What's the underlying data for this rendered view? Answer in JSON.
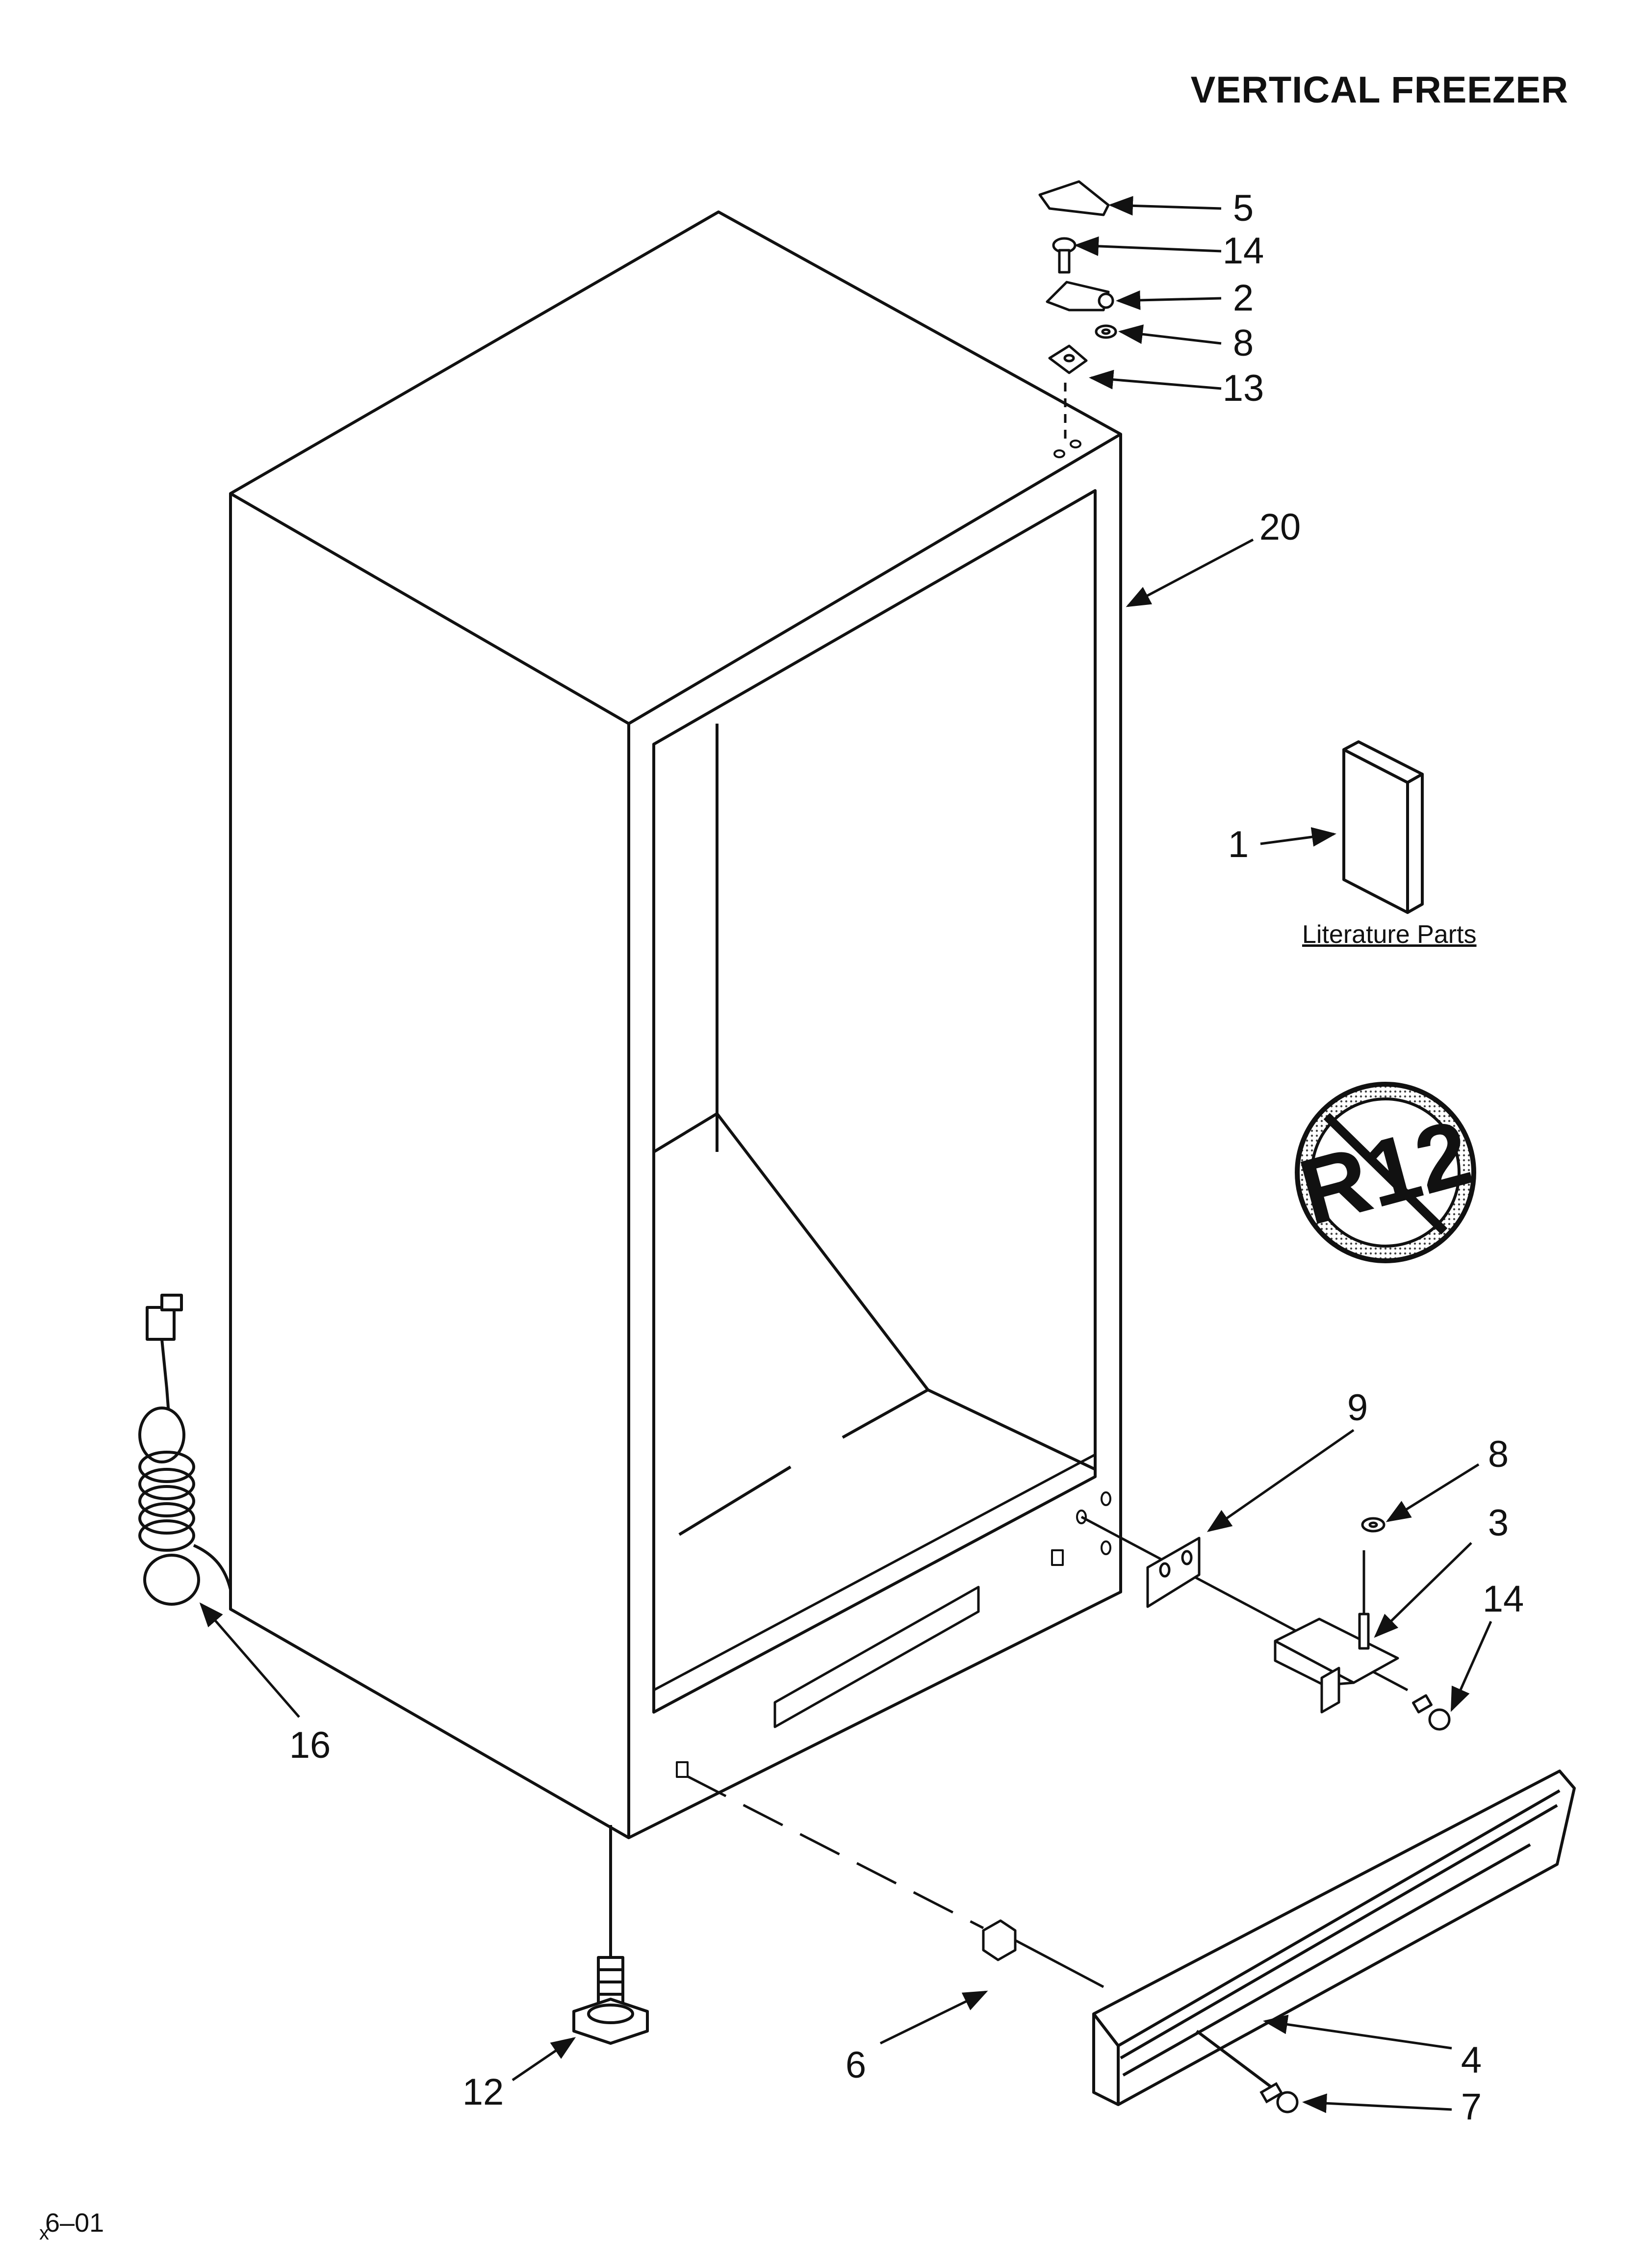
{
  "title": "VERTICAL FREEZER",
  "callouts": {
    "c5": "5",
    "c14a": "14",
    "c2": "2",
    "c8a": "8",
    "c13": "13",
    "c20": "20",
    "c1": "1",
    "c9": "9",
    "c8b": "8",
    "c3": "3",
    "c14b": "14",
    "c16": "16",
    "c12": "12",
    "c6": "6",
    "c4": "4",
    "c7": "7"
  },
  "literature_label": "Literature Parts",
  "badge_text": "R12",
  "footer_code": "6–01",
  "footer_mark": "x",
  "colors": {
    "ink": "#111111",
    "paper": "#ffffff"
  }
}
